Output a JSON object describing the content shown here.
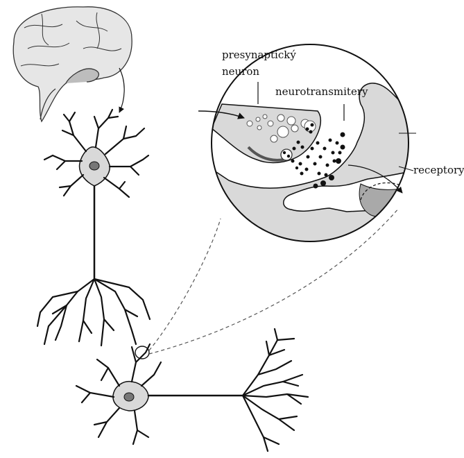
{
  "labels": {
    "presynaptic_line1": "presynaptický",
    "presynaptic_line2": "neuron",
    "neurotransmitters": "neurotransmitery",
    "receptors": "receptory"
  },
  "colors": {
    "ink": "#111111",
    "cell_fill": "#d9d9d9",
    "brain_fill": "#e6e6e6",
    "postsyn_fill": "#a9a9a9",
    "membrane_dark": "#555555"
  },
  "icons": [
    "brain-illustration",
    "upper-neuron",
    "lower-neuron",
    "synapse-magnifier"
  ]
}
